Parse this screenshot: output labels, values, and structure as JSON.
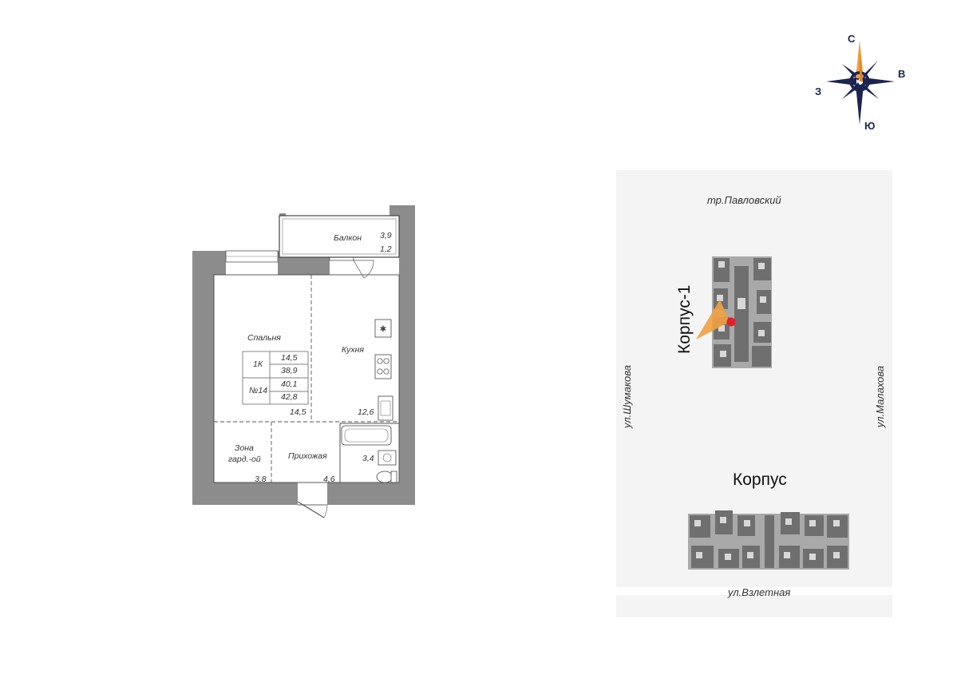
{
  "compass": {
    "north": "С",
    "east": "В",
    "south": "Ю",
    "west": "З"
  },
  "plan": {
    "balcony": {
      "name": "Балкон",
      "area1": "3,9",
      "area2": "1,2"
    },
    "bedroom": {
      "name": "Спальня",
      "area": "14,5"
    },
    "kitchen": {
      "name": "Кухня",
      "area": "12,6"
    },
    "wardrobe": {
      "name_line1": "Зона",
      "name_line2": "гард.-ой",
      "area": "3,8"
    },
    "hallway": {
      "name": "Прихожая",
      "area": "4,6"
    },
    "bathroom": {
      "area": "3,4"
    },
    "info_table": {
      "rows": [
        {
          "label": "1К",
          "values": [
            "14,5",
            "38,9"
          ]
        },
        {
          "label": "№14",
          "values": [
            "40,1",
            "42,8"
          ]
        }
      ]
    }
  },
  "site": {
    "street_top": "тр.Павловский",
    "street_left": "ул.Шумакова",
    "street_right": "ул.Малахова",
    "street_bottom": "ул.Взлетная",
    "building1_label": "Корпус-1",
    "building2_label": "Корпус"
  },
  "colors": {
    "navy": "#1b2450",
    "orange": "#f0a040",
    "marker_red": "#e41e26",
    "wall": "#8c8c8c"
  }
}
